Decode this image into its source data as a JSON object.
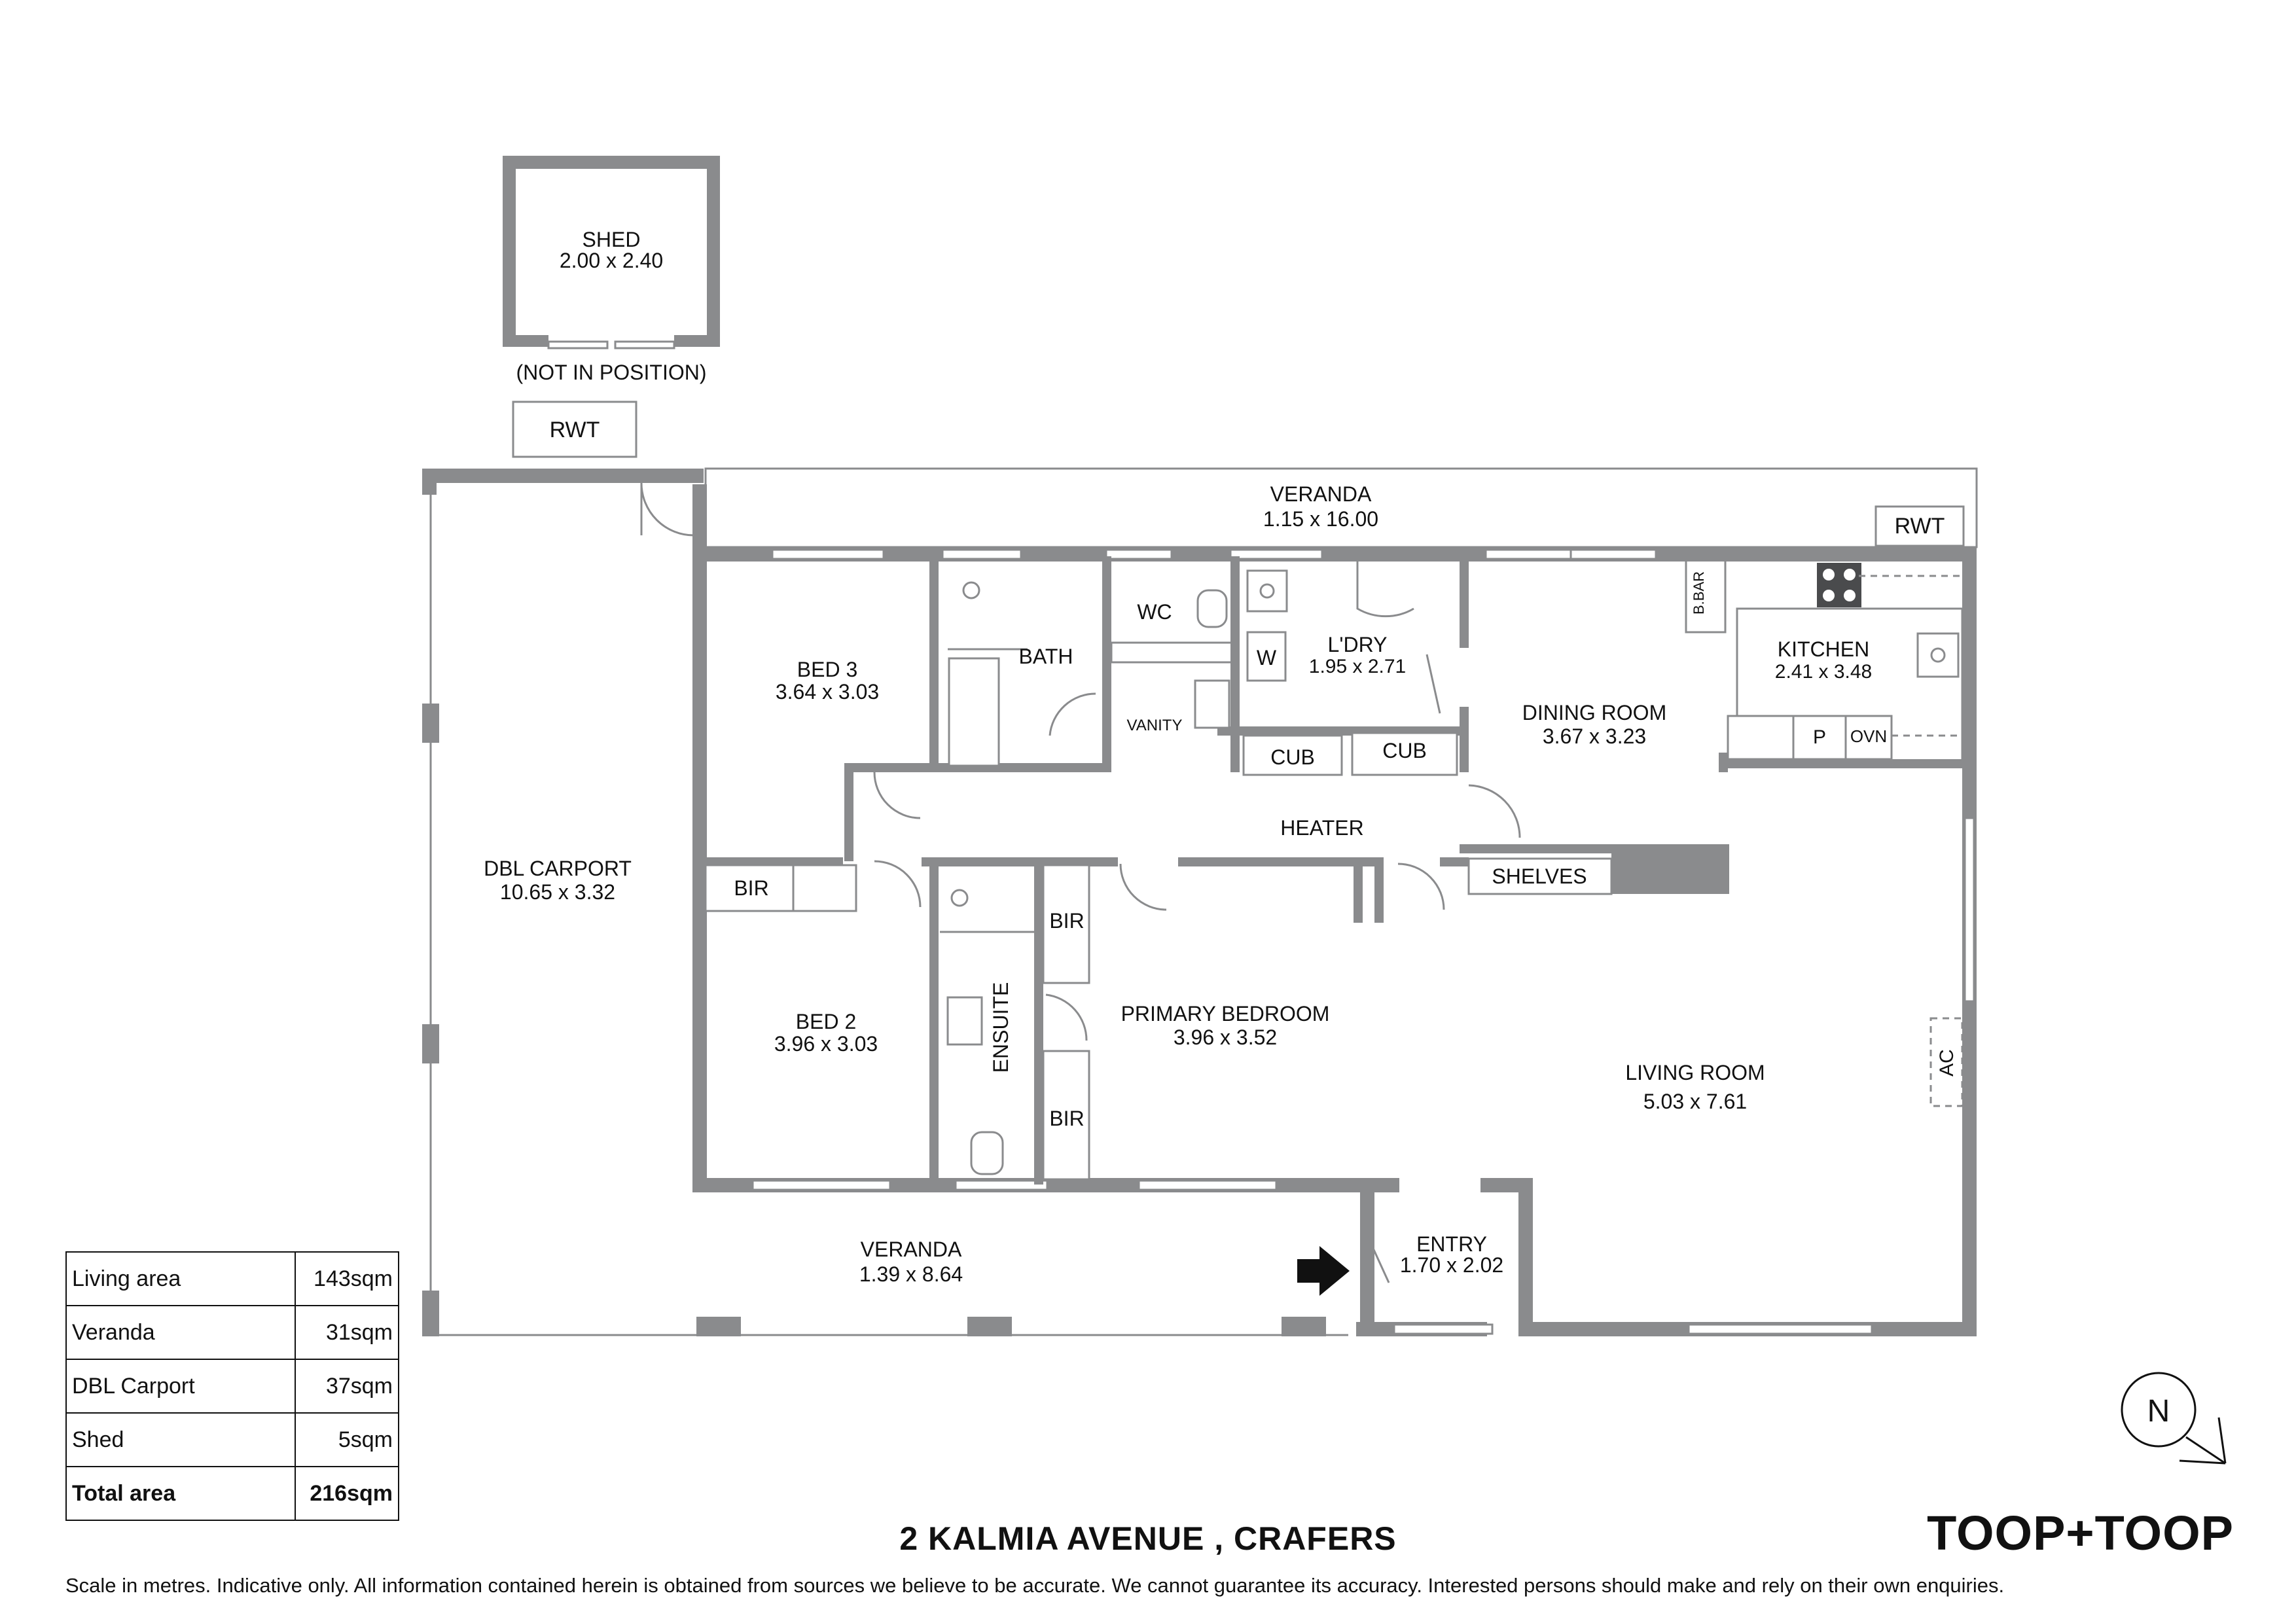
{
  "shed": {
    "name": "SHED",
    "dims": "2.00 x 2.40",
    "note": "(NOT IN POSITION)"
  },
  "rwt_labels": [
    "RWT",
    "RWT"
  ],
  "rooms": {
    "veranda_top": {
      "name": "VERANDA",
      "dims": "1.15 x 16.00"
    },
    "bed3": {
      "name": "BED 3",
      "dims": "3.64 x 3.03"
    },
    "bath": {
      "name": "BATH"
    },
    "wc": {
      "name": "WC"
    },
    "vanity": {
      "name": "VANITY"
    },
    "ldry": {
      "name": "L'DRY",
      "dims": "1.95 x 2.71"
    },
    "w": {
      "name": "W"
    },
    "cub1": {
      "name": "CUB"
    },
    "cub2": {
      "name": "CUB"
    },
    "dining": {
      "name": "DINING ROOM",
      "dims": "3.67 x 3.23"
    },
    "kitchen": {
      "name": "KITCHEN",
      "dims": "2.41 x 3.48"
    },
    "bbar": {
      "name": "B.BAR"
    },
    "pantry": {
      "name": "P"
    },
    "oven": {
      "name": "OVN"
    },
    "heater": {
      "name": "HEATER"
    },
    "shelves": {
      "name": "SHELVES"
    },
    "carport": {
      "name": "DBL CARPORT",
      "dims": "10.65 x 3.32"
    },
    "bir_bed2": {
      "name": "BIR"
    },
    "bed2": {
      "name": "BED 2",
      "dims": "3.96 x 3.03"
    },
    "ensuite": {
      "name": "ENSUITE"
    },
    "bir_primary_top": {
      "name": "BIR"
    },
    "bir_primary_bottom": {
      "name": "BIR"
    },
    "primary": {
      "name": "PRIMARY BEDROOM",
      "dims": "3.96 x 3.52"
    },
    "living": {
      "name": "LIVING ROOM",
      "dims": "5.03 x 7.61"
    },
    "ac": {
      "name": "AC"
    },
    "veranda_bottom": {
      "name": "VERANDA",
      "dims": "1.39 x 8.64"
    },
    "entry": {
      "name": "ENTRY",
      "dims": "1.70 x 2.02"
    }
  },
  "compass": {
    "letter": "N"
  },
  "area_table": [
    {
      "label": "Living area",
      "value": "143sqm"
    },
    {
      "label": "Veranda",
      "value": "31sqm"
    },
    {
      "label": "DBL Carport",
      "value": "37sqm"
    },
    {
      "label": "Shed",
      "value": "5sqm"
    },
    {
      "label": "Total area",
      "value": "216sqm",
      "total": true
    }
  ],
  "address": "2 KALMIA AVENUE , CRAFERS",
  "brand": "TOOP+TOOP",
  "disclaimer": "Scale in metres. Indicative only. All information contained herein is obtained from sources we believe to be accurate. We cannot guarantee its accuracy. Interested persons should make and rely on their own enquiries.",
  "colors": {
    "wall": "#8a8b8d",
    "text": "#111111",
    "background": "#ffffff"
  }
}
